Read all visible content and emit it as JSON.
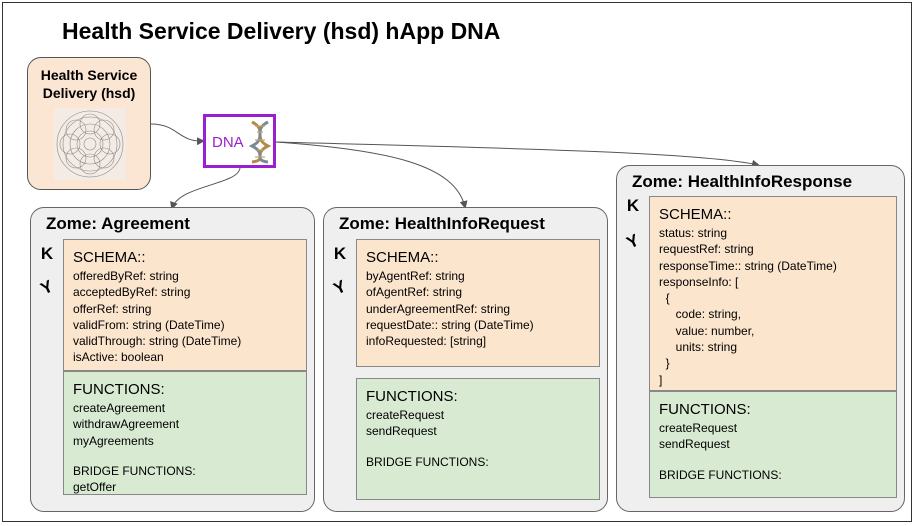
{
  "title": "Health Service Delivery (hsd) hApp DNA",
  "app": {
    "name": "Health Service Delivery (hsd)"
  },
  "dna": {
    "label": "DNA",
    "icon": "dna-helix-icon",
    "color": "#9b1fcf"
  },
  "zomes": [
    {
      "title": "Zome: Agreement",
      "schema_heading": "SCHEMA::",
      "schema_lines": [
        "offeredByRef: string",
        "acceptedByRef: string",
        "offerRef: string",
        "validFrom: string (DateTime)",
        "validThrough: string (DateTime)",
        "isActive: boolean"
      ],
      "functions_heading": "FUNCTIONS:",
      "functions": [
        "createAgreement",
        "withdrawAgreement",
        "myAgreements"
      ],
      "bridge_heading": "BRIDGE FUNCTIONS:",
      "bridge_functions": [
        "getOffer"
      ]
    },
    {
      "title": "Zome: HealthInfoRequest",
      "schema_heading": "SCHEMA::",
      "schema_lines": [
        "byAgentRef: string",
        "ofAgentRef: string",
        "underAgreementRef: string",
        "requestDate:: string (DateTime)",
        "infoRequested: [string]"
      ],
      "functions_heading": "FUNCTIONS:",
      "functions": [
        "createRequest",
        "sendRequest"
      ],
      "bridge_heading": "BRIDGE FUNCTIONS:",
      "bridge_functions": []
    },
    {
      "title": "Zome: HealthInfoResponse",
      "schema_heading": "SCHEMA::",
      "schema_lines": [
        "status: string",
        "requestRef: string",
        "responseTime:: string (DateTime)",
        "responseInfo: [",
        "  {",
        "     code: string,",
        "     value: number,",
        "     units: string",
        "  }",
        "]"
      ],
      "functions_heading": "FUNCTIONS:",
      "functions": [
        "createRequest",
        "sendRequest"
      ],
      "bridge_heading": "BRIDGE FUNCTIONS:",
      "bridge_functions": []
    }
  ],
  "glyphs": {
    "entry": "K",
    "link": "Y"
  },
  "colors": {
    "schema_bg": "#fce5cd",
    "functions_bg": "#d9ead3",
    "zome_bg": "#efefef",
    "app_bg": "#fbe5d3"
  }
}
